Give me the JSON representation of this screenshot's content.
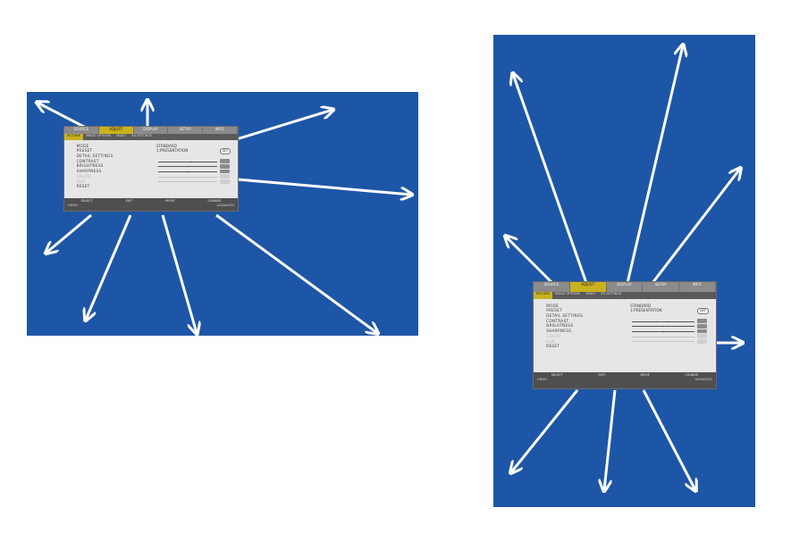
{
  "menu": {
    "tabs": [
      "SOURCE",
      "ADJUST",
      "DISPLAY",
      "SETUP",
      "INFO."
    ],
    "active_tab_index": 1,
    "subtabs": [
      "PICTURE",
      "IMAGE OPTIONS",
      "VIDEO",
      "3D SETTINGS"
    ],
    "active_subtab_index": 0,
    "rows": [
      {
        "label": "MODE",
        "value": "STANDARD"
      },
      {
        "label": "PRESET",
        "value": "1:PRESENTATION"
      },
      {
        "label": "DETAIL SETTINGS",
        "value": ""
      },
      {
        "label": "CONTRAST",
        "value": "",
        "slider": 0.55
      },
      {
        "label": "BRIGHTNESS",
        "value": "",
        "slider": 0.5
      },
      {
        "label": "SHARPNESS",
        "value": "",
        "slider": 0.5
      },
      {
        "label": "COLOR",
        "value": "",
        "dim": true
      },
      {
        "label": "HUE",
        "value": "",
        "dim": true
      },
      {
        "label": "RESET",
        "value": ""
      }
    ],
    "set_pill": "SET",
    "bottom": {
      "items": [
        "SELECT",
        "EXIT",
        "MOVE",
        "CHANGE"
      ],
      "left_status": "HDMI1",
      "right_status": "ADVANCED"
    }
  },
  "colors": {
    "panel_blue": "#1d56a6",
    "arrow": "#ffffff",
    "active_tab": "#c9b21e"
  }
}
